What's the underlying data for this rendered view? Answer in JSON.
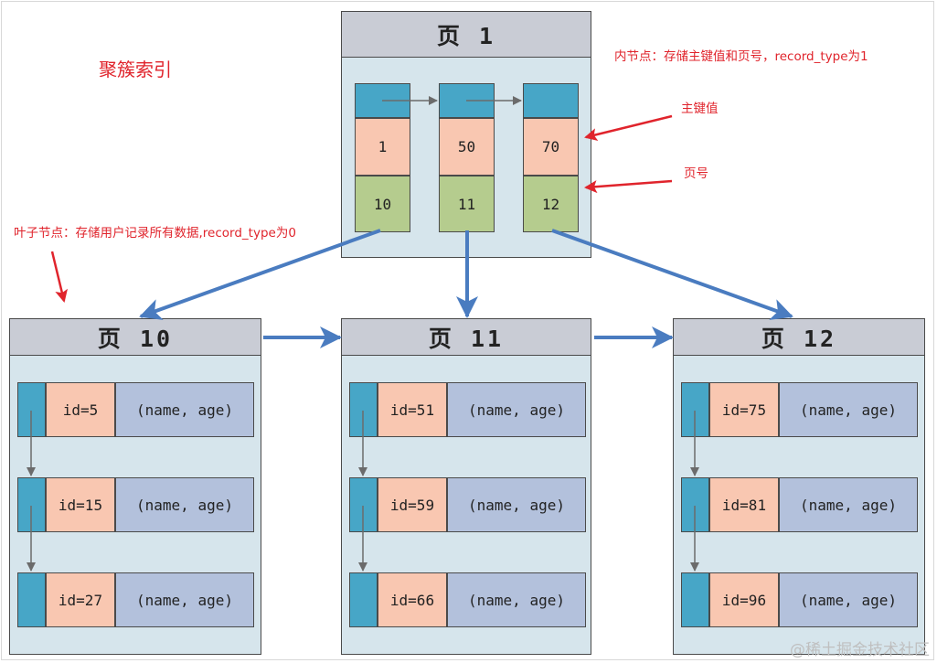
{
  "title": "聚簇索引",
  "notes": {
    "internal": "内节点：存储主键值和页号，record_type为1",
    "key_label": "主键值",
    "page_no_label": "页号",
    "leaf": "叶子节点：存储用户记录所有数据,record_type为0"
  },
  "root": {
    "title": "页 1",
    "entries": [
      {
        "key": "1",
        "page": "10"
      },
      {
        "key": "50",
        "page": "11"
      },
      {
        "key": "70",
        "page": "12"
      }
    ]
  },
  "leaves": [
    {
      "title": "页 10",
      "records": [
        {
          "id": "id=5",
          "value": "(name, age)"
        },
        {
          "id": "id=15",
          "value": "(name, age)"
        },
        {
          "id": "id=27",
          "value": "(name, age)"
        }
      ]
    },
    {
      "title": "页 11",
      "records": [
        {
          "id": "id=51",
          "value": "(name, age)"
        },
        {
          "id": "id=59",
          "value": "(name, age)"
        },
        {
          "id": "id=66",
          "value": "(name, age)"
        }
      ]
    },
    {
      "title": "页 12",
      "records": [
        {
          "id": "id=75",
          "value": "(name, age)"
        },
        {
          "id": "id=81",
          "value": "(name, age)"
        },
        {
          "id": "id=96",
          "value": "(name, age)"
        }
      ]
    }
  ],
  "watermark": "@稀土掘金技术社区",
  "colors": {
    "annotation": "#e0242c",
    "pointer_cell": "#47a6c7",
    "key_cell": "#f9c7b1",
    "page_no_cell": "#b5cc8e",
    "data_cell": "#b3c1dc",
    "page_body": "#d6e5ec",
    "page_header": "#c9ccd5",
    "tree_arrow": "#4a7cc0"
  }
}
